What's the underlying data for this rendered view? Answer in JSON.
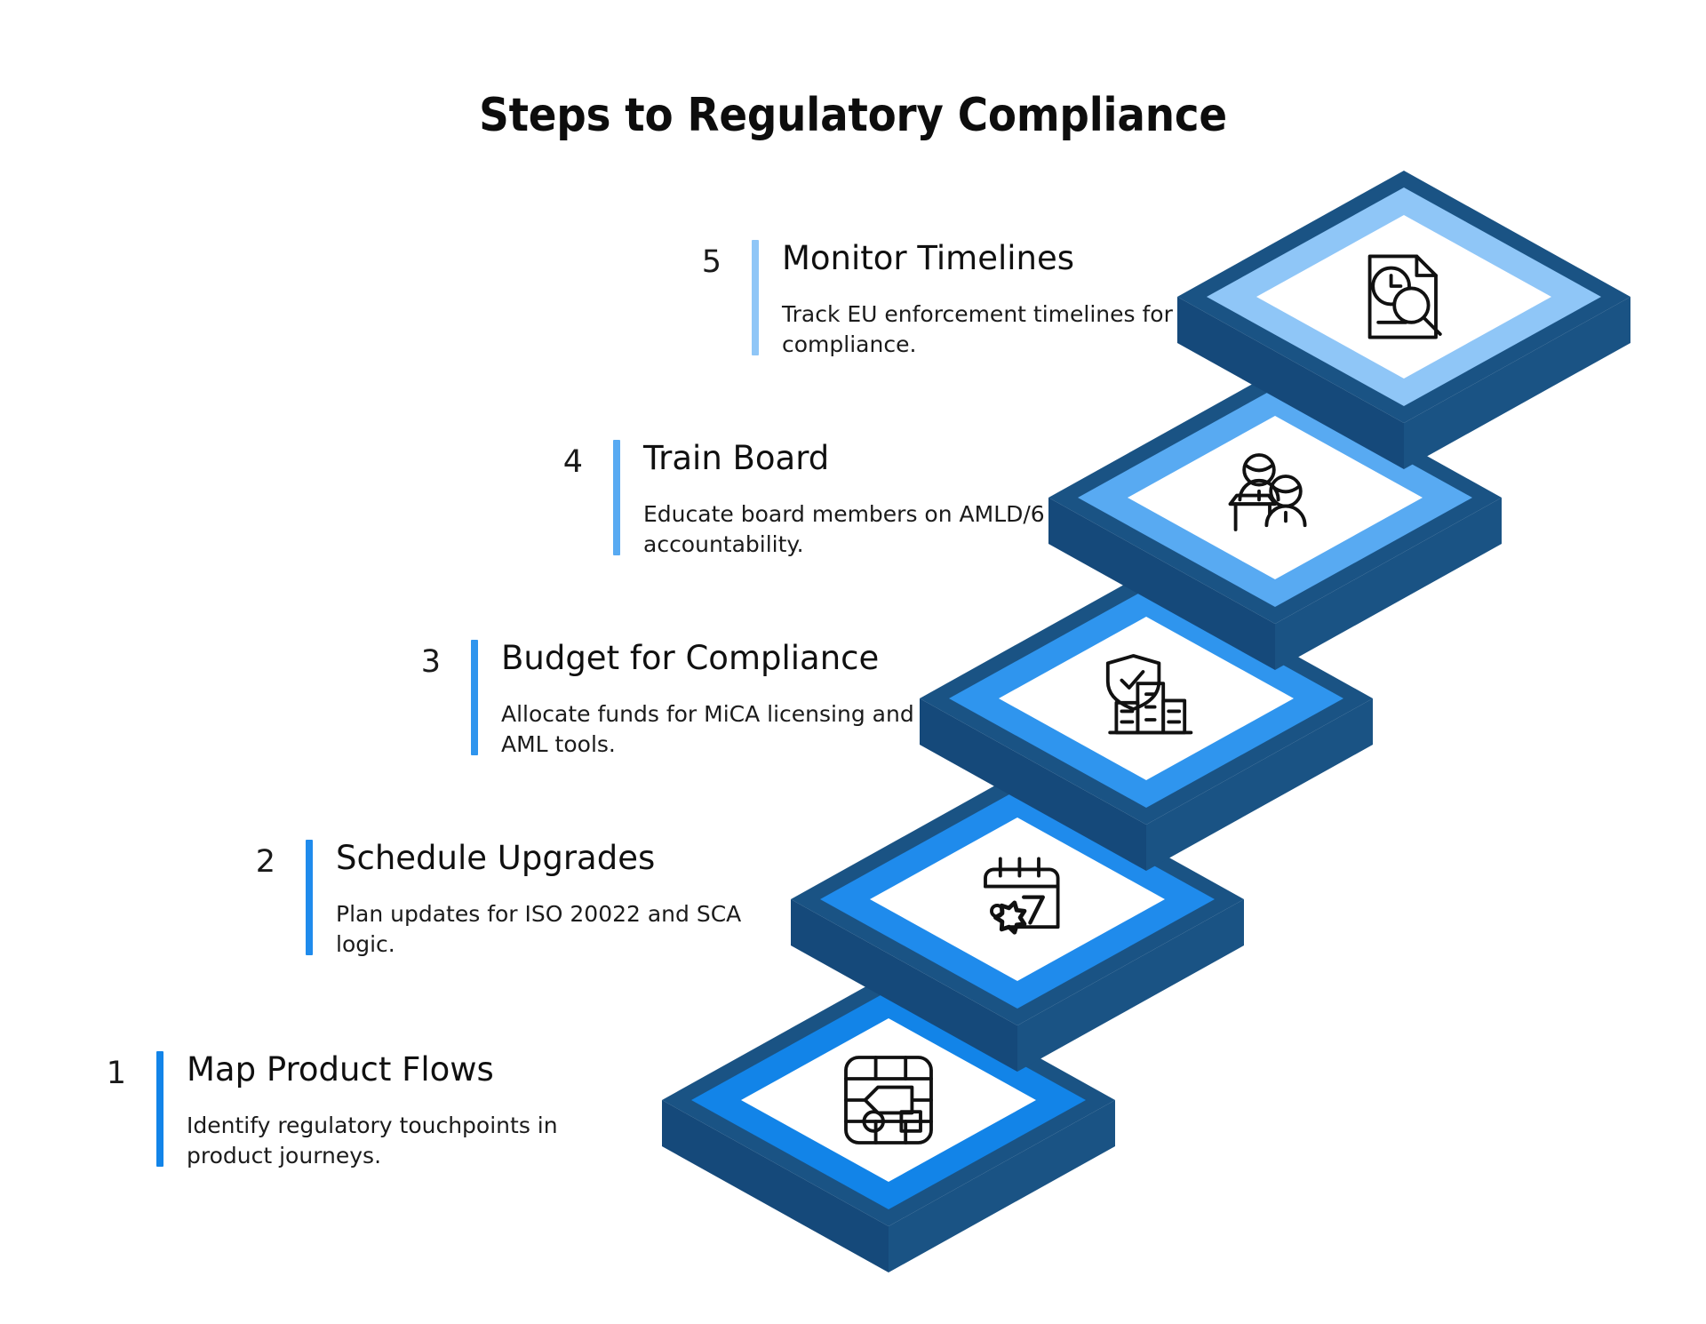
{
  "title": "Steps to Regulatory Compliance",
  "theme": {
    "background": "#ffffff",
    "base_dark": "#1a5384",
    "base_dark_side": "#164d7b",
    "accent_step1": "#1284e8",
    "accent_step2": "#1f8bec",
    "accent_step3": "#2f95ee",
    "accent_step4": "#58aaf2",
    "accent_step5": "#8fc6f7",
    "title_color": "#0d0d0d",
    "text_color": "#1b1b1b",
    "icon_stroke": "#111111"
  },
  "steps": [
    {
      "number": "1",
      "title": "Map Product Flows",
      "description": "Identify regulatory touchpoints in product journeys.",
      "bar_color": "#1284e8",
      "icon": "flowchart-icon"
    },
    {
      "number": "2",
      "title": "Schedule Upgrades",
      "description": "Plan updates for ISO 20022 and SCA logic.",
      "bar_color": "#1f8bec",
      "icon": "calendar-gear-icon"
    },
    {
      "number": "3",
      "title": "Budget for Compliance",
      "description": "Allocate funds for MiCA licensing and AML tools.",
      "bar_color": "#2f95ee",
      "icon": "shield-building-icon"
    },
    {
      "number": "4",
      "title": "Train Board",
      "description": "Educate board members on AMLD/6 accountability.",
      "bar_color": "#58aaf2",
      "icon": "people-training-icon"
    },
    {
      "number": "5",
      "title": "Monitor Timelines",
      "description": "Track EU enforcement timelines for compliance.",
      "bar_color": "#8fc6f7",
      "icon": "document-clock-search-icon"
    }
  ]
}
